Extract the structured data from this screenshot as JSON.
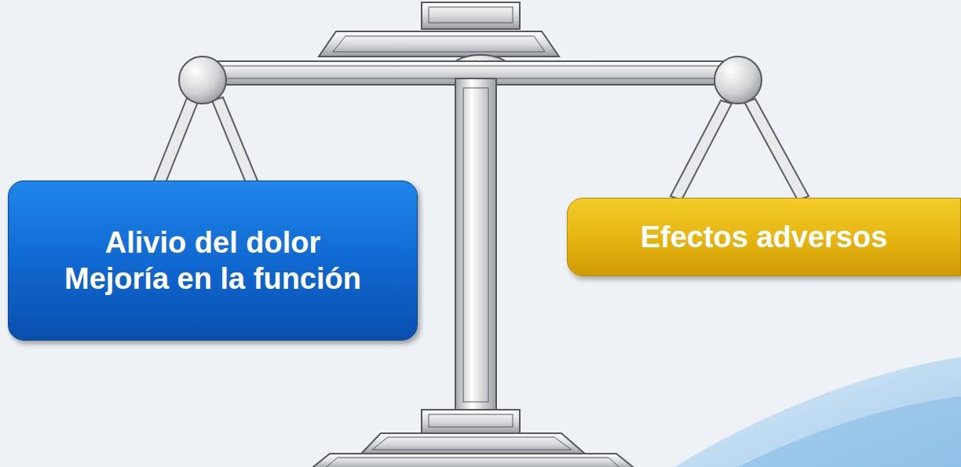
{
  "diagram": {
    "nodes": [
      {
        "text": [
          "Alivio del dolor",
          "Mejoría en la función"
        ]
      },
      {
        "text": [
          "Efectos adversos"
        ]
      }
    ]
  }
}
